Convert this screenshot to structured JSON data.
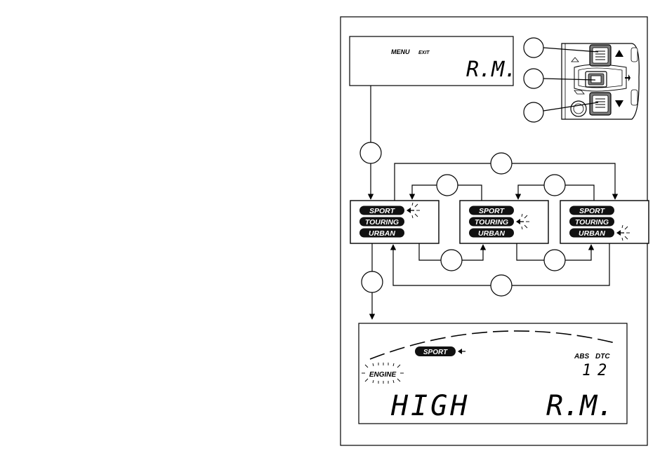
{
  "top_display": {
    "menu": "MENU",
    "exit": "EXIT",
    "value": "R.M."
  },
  "mode_boxes": [
    {
      "labels": [
        "SPORT",
        "TOURING",
        "URBAN"
      ],
      "active": 0
    },
    {
      "labels": [
        "SPORT",
        "TOURING",
        "URBAN"
      ],
      "active": 1
    },
    {
      "labels": [
        "SPORT",
        "TOURING",
        "URBAN"
      ],
      "active": 2
    }
  ],
  "bottom_display": {
    "mode": "SPORT",
    "engine": "ENGINE",
    "abs_label": "ABS",
    "dtc_label": "DTC",
    "abs_value": "1",
    "dtc_value": "2",
    "engine_value": "HIGH",
    "value": "R.M."
  },
  "switch_icons": {
    "up": "up-arrow-icon",
    "down": "down-arrow-icon",
    "confirm": "confirm-icon"
  }
}
